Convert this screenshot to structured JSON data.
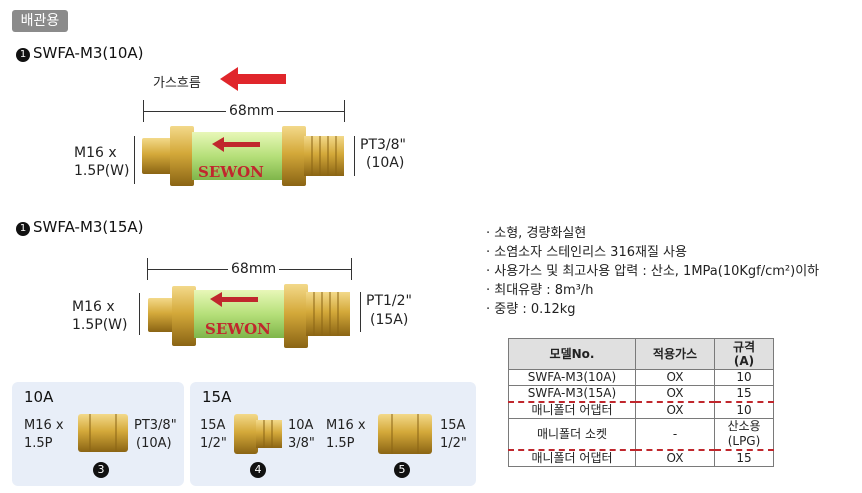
{
  "header": {
    "category_label": "배관용"
  },
  "product1": {
    "number": "1",
    "title": "SWFA-M3(10A)",
    "gas_flow_label": "가스흐름",
    "length": "68mm",
    "left_line1": "M16 x",
    "left_line2": "1.5P(W)",
    "right_line1": "PT3/8\"",
    "right_line2": "(10A)",
    "brand": "SEWON"
  },
  "product2": {
    "number": "1",
    "title": "SWFA-M3(15A)",
    "length": "68mm",
    "left_line1": "M16 x",
    "left_line2": "1.5P(W)",
    "right_line1": "PT1/2\"",
    "right_line2": "(15A)",
    "brand": "SEWON"
  },
  "specs": [
    "· 소형, 경량화실현",
    "· 소염소자 스테인리스 316재질 사용",
    "· 사용가스 및 최고사용 압력 : 산소, 1MPa(10Kgf/cm²)이하",
    "· 최대유량 : 8m³/h",
    "· 중량 : 0.12kg"
  ],
  "table": {
    "headers": [
      "모델No.",
      "적용가스",
      "규격\n(A)"
    ],
    "rows": [
      {
        "model": "SWFA-M3(10A)",
        "gas": "OX",
        "size": "10"
      },
      {
        "model": "SWFA-M3(15A)",
        "gas": "OX",
        "size": "15"
      },
      {
        "model": "매니폴더 어댑터",
        "gas": "OX",
        "size": "10"
      },
      {
        "model": "매니폴더 소켓",
        "gas": "-",
        "size": "산소용(LPG)"
      },
      {
        "model": "매니폴더 어댑터",
        "gas": "OX",
        "size": "15"
      }
    ]
  },
  "adapters": {
    "box1": {
      "title": "10A",
      "left1": "M16 x",
      "left2": "1.5P",
      "right1": "PT3/8\"",
      "right2": "(10A)",
      "number": "3"
    },
    "box2": {
      "title": "15A",
      "a_left1": "15A",
      "a_left2": "1/2\"",
      "a_right1": "10A",
      "a_right2": "3/8\"",
      "a_number": "4",
      "b_left1": "M16 x",
      "b_left2": "1.5P",
      "b_right1": "15A",
      "b_right2": "1/2\"",
      "b_number": "5"
    }
  },
  "colors": {
    "brass": "#d4a93a",
    "green_body": "#b6e07a",
    "arrow_red": "#e0262b",
    "brand_red": "#c0272d"
  }
}
